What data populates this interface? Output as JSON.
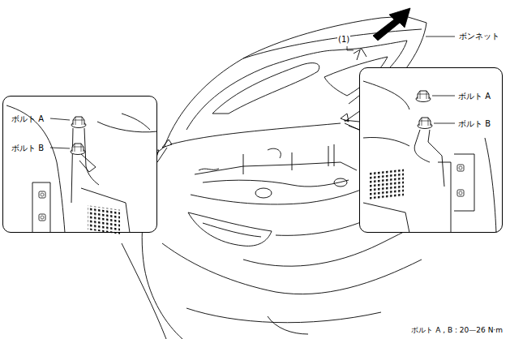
{
  "diagram": {
    "nodes": [
      {
        "text": [
          "ボルト A",
          "ボルト B"
        ]
      },
      {
        "text": [
          "ボルト A",
          "ボルト B"
        ]
      }
    ],
    "labels": [
      "ボンネット",
      "(1)",
      "ボルト A , B : 20—26 N·m"
    ]
  }
}
